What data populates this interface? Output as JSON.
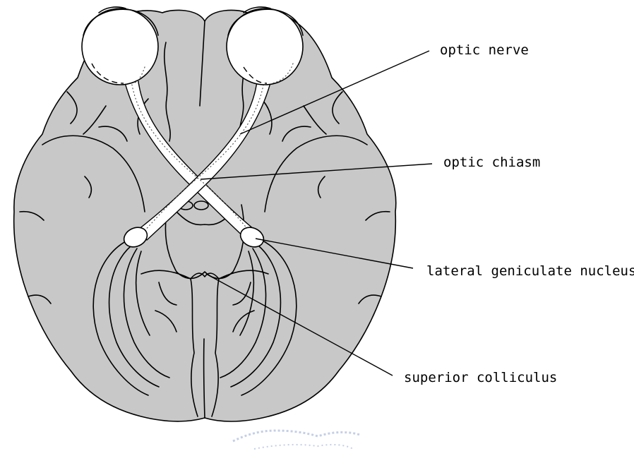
{
  "labels": {
    "optic_nerve": "optic nerve",
    "optic_chiasm": "optic chiasm",
    "lgn": "lateral geniculate nucleus",
    "superior_colliculus": "superior colliculus"
  },
  "colors": {
    "brain_fill": "#c8c8c8",
    "outline": "#000000",
    "background": "#ffffff",
    "watermark": "#5a77b8"
  }
}
